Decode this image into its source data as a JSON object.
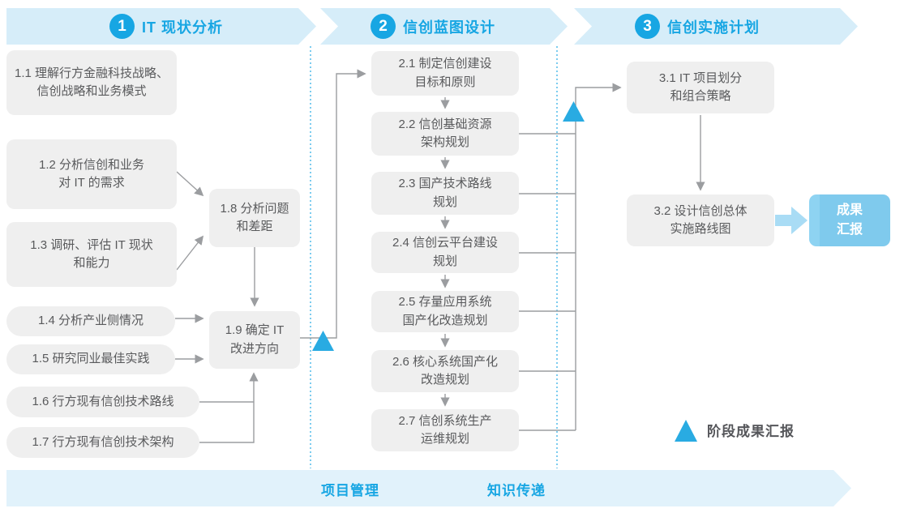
{
  "phases": [
    {
      "number": "1",
      "title": "IT 现状分析"
    },
    {
      "number": "2",
      "title": "信创蓝图设计"
    },
    {
      "number": "3",
      "title": "信创实施计划"
    }
  ],
  "phase1": {
    "b11": "1.1 理解行方金融科技战略、\n信创战略和业务模式",
    "b12": "1.2 分析信创和业务\n对 IT 的需求",
    "b13": "1.3 调研、评估 IT 现状\n和能力",
    "b14": "1.4 分析产业侧情况",
    "b15": "1.5 研究同业最佳实践",
    "b16": "1.6 行方现有信创技术路线",
    "b17": "1.7 行方现有信创技术架构",
    "b18": "1.8 分析问题\n和差距",
    "b19": "1.9 确定 IT\n改进方向"
  },
  "phase2": {
    "b21": "2.1 制定信创建设\n目标和原则",
    "b22": "2.2 信创基础资源\n架构规划",
    "b23": "2.3 国产技术路线\n规划",
    "b24": "2.4 信创云平台建设\n规划",
    "b25": "2.5 存量应用系统\n国产化改造规划",
    "b26": "2.6 核心系统国产化\n改造规划",
    "b27": "2.7 信创系统生产\n运维规划"
  },
  "phase3": {
    "b31": "3.1 IT 项目划分\n和组合策略",
    "b32": "3.2 设计信创总体\n实施路线图"
  },
  "result_box": {
    "label": "成果\n汇报"
  },
  "bottom_banner": {
    "left_label": "项目管理",
    "right_label": "知识传递"
  },
  "legend": {
    "label": "阶段成果汇报"
  },
  "colors": {
    "accent_blue": "#17A6E3",
    "banner_fill": "#D6EDF9",
    "bottom_banner_fill": "#E1F2FB",
    "box_fill": "#EFEFEF",
    "box_text": "#595A5C",
    "connector_gray": "#9B9DA0",
    "marker_triangle_blue": "#29ABE2",
    "result_box_fill": "#7FCAED"
  }
}
